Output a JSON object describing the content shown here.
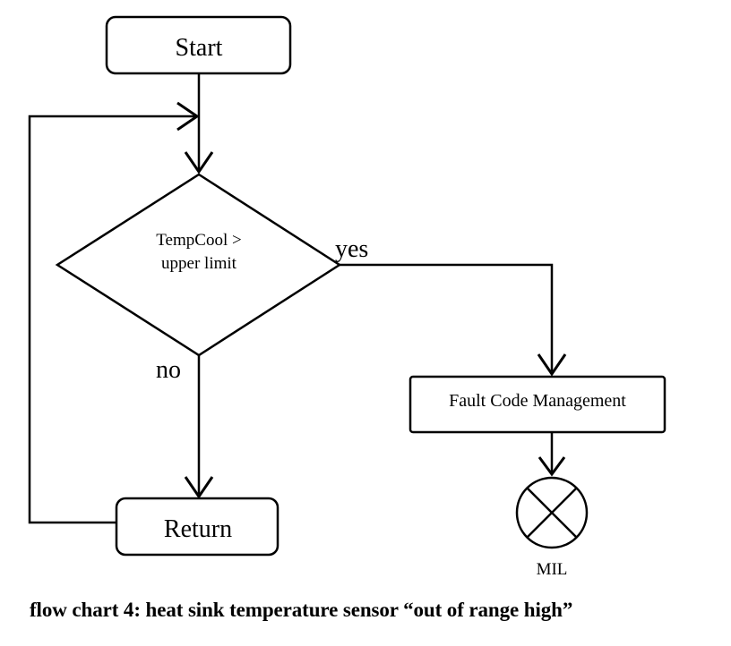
{
  "nodes": {
    "start": "Start",
    "decision_line1": "TempCool >",
    "decision_line2": "upper limit",
    "fault": "Fault Code Management",
    "return": "Return",
    "mil": "MIL"
  },
  "edges": {
    "yes": "yes",
    "no": "no"
  },
  "caption": "flow chart 4: heat sink temperature sensor “out of range high”"
}
